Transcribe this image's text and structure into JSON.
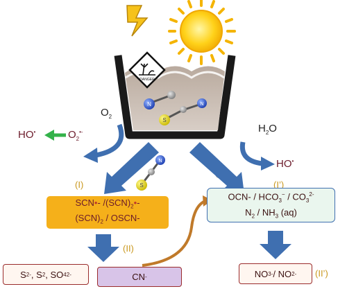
{
  "diagram": {
    "hazard_sign_label": "DANGER",
    "o2": "O",
    "o2_sub": "2",
    "o2_radical": "O",
    "o2_radical_sub": "2",
    "o2_radical_sup": "•-",
    "ho_left": "HO",
    "ho_left_sup": "•",
    "h2o": "H",
    "h2o_sub": "2",
    "h2o_tail": "O",
    "ho_right": "HO",
    "ho_right_sup": "•",
    "step_I": "(I)",
    "step_II": "(II)",
    "step_I_prime": "(I’)",
    "step_II_prime": "(II’)",
    "box_radicals": {
      "l1_a": "SCN",
      "l1_dot": "•",
      "l1_b": "- /(SCN)",
      "l1_sub": "2",
      "l1_dot2": "•",
      "l1_c": "-",
      "l2_a": "(SCN)",
      "l2_sub": "2",
      "l2_b": " / OSCN-"
    },
    "box_products": {
      "l1_a": "OCN- / HCO",
      "l1_sub1": "3",
      "l1_sup1": "−",
      "l1_b": " / CO",
      "l1_sub2": "3",
      "l1_sup2": "2-",
      "l2_a": "N",
      "l2_sub": "2",
      "l2_b": " / NH",
      "l2_sub2": "3",
      "l2_c": " (aq)"
    },
    "box_sulfur": {
      "a": "S",
      "sup1": "2-",
      "b": ", S",
      "sub1": "2",
      "c": ", SO",
      "sub2": "4",
      "sup2": "2-"
    },
    "box_cyanide": {
      "a": "CN",
      "sup": "-"
    },
    "box_nitrate": {
      "a": "NO",
      "sub1": "3",
      "sup1": "-",
      "b": " / NO",
      "sub2": "2",
      "sup2": "-"
    },
    "colors": {
      "arrow_blue": "#3f6fb0",
      "arrow_green": "#33b24a",
      "arrow_brown": "#c07a2a",
      "box_orange": "#f5b01a",
      "box_mint": "#eaf6ee",
      "box_purple": "#d8c4e8",
      "box_border_red": "#9a2b2b",
      "step_gold": "#c9971c",
      "radical_text": "#6b1a2a"
    }
  }
}
